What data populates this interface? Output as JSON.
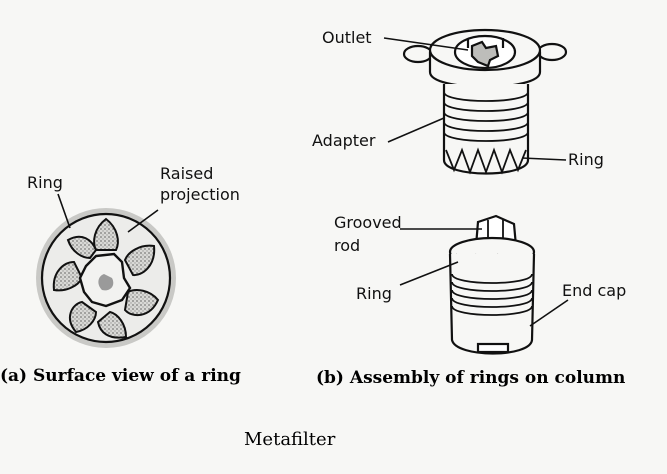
{
  "panel_a": {
    "labels": {
      "ring": "Ring",
      "raised_projection_line1": "Raised",
      "raised_projection_line2": "projection"
    },
    "caption": "(a) Surface view of a ring"
  },
  "panel_b": {
    "labels": {
      "outlet": "Outlet",
      "adapter": "Adapter",
      "ring_top": "Ring",
      "grooved_rod_line1": "Grooved",
      "grooved_rod_line2": "rod",
      "ring_bottom": "Ring",
      "end_cap": "End cap"
    },
    "caption": "(b) Assembly of rings on column"
  },
  "title": "Metafilter",
  "colors": {
    "ink": "#111111",
    "stipple": "#9a9a9a",
    "background": "#f7f7f5"
  }
}
